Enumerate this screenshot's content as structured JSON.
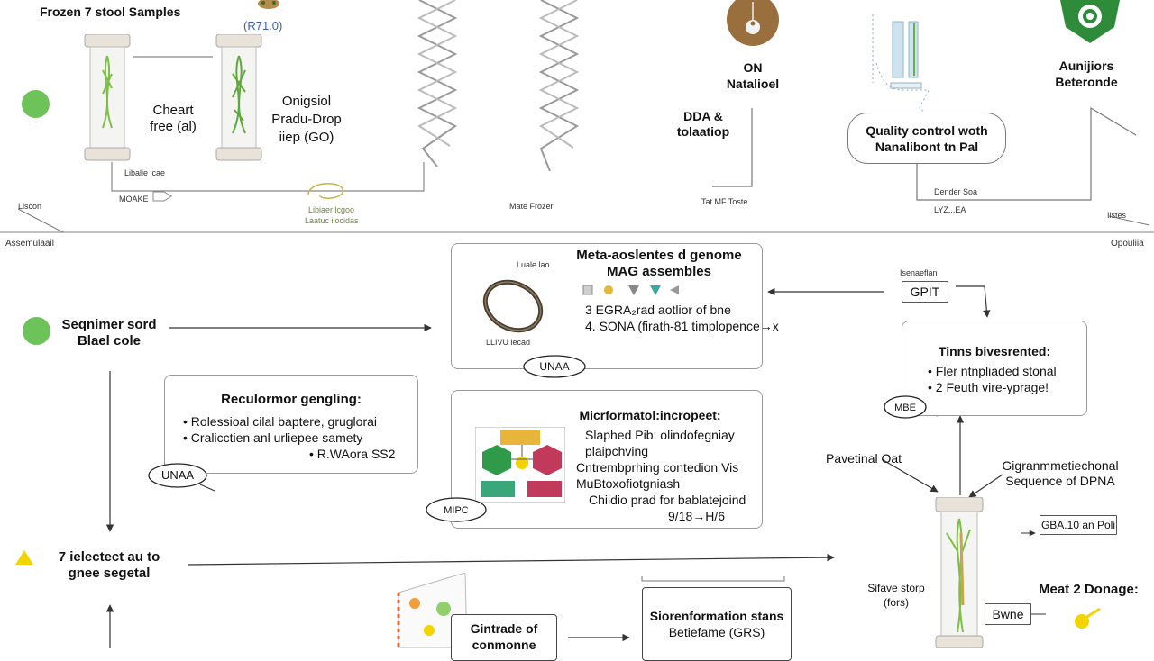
{
  "top": {
    "frozen_title": "Frozen 7 stool Samples",
    "kit_label": "(R71.0)",
    "cheart": [
      "Cheart",
      "free (al)"
    ],
    "onigsiol": [
      "Onigsiol",
      "Pradu-Drop",
      "iiep (GO)"
    ],
    "on_nat": [
      "ON",
      "Natalioel"
    ],
    "dda": [
      "DDA &",
      "tolaatiop"
    ],
    "qc": [
      "Quality control woth",
      "Nanalibont tn Pal"
    ],
    "aunijors": [
      "Aunijiors",
      "Beteronde"
    ],
    "small_labels": {
      "liscon": "Liscon",
      "moake_top": "Libalie lcae",
      "moake": "MOAKE",
      "mid_small": "Libiaer lcgoo",
      "mid_small2": "Laatuc ilocidas",
      "mate_frozer": "Mate Frozer",
      "tamf_toste": "Tat.MF Toste",
      "dendor_soa": "Dender Soa",
      "lyzea": "LYZ...EA",
      "right_corner": "Ilstes"
    }
  },
  "divider": {
    "left": "Assemulaail",
    "right": "Opouliia"
  },
  "meta_box": {
    "title": [
      "Meta-aoslentes d genome",
      "MAG assembles"
    ],
    "small": "Luale lao",
    "line1": "3  EGRA₂rad aotlior of bne",
    "line2": "4. SONA (firath-81 timplopence→x",
    "small2": "LLIVU lecad"
  },
  "seqnimer": [
    "Seqnimer sord",
    "Blael cole"
  ],
  "recuformor": {
    "title": "Reculormor gengling:",
    "lines": [
      "• Rolessioal cilal baptere, gruglorai",
      "• Cralicctien anl urliepee samety",
      "• R.WAora SS2"
    ]
  },
  "unaa_1": "UNAA",
  "unaa_2": "UNAA",
  "mipc_label": "MIPC",
  "microformat": {
    "title": "Micrformatol:incropeet:",
    "lines": [
      "Slaphed Pib: olindofegniay",
      "plaipchving",
      "Cntrembprhing contedion Vis",
      "MuBtoxofiotgniash",
      "Chiidio prad for bablatejoind",
      "9/18→H/6"
    ]
  },
  "gpit": {
    "small": "Isenaeflan",
    "label": "GPIT"
  },
  "tinns": {
    "title": "Tinns bivesrented:",
    "lines": [
      "• Fler ntnpliaded stonal",
      "• 2 Feuth vire-yprage!"
    ]
  },
  "mbe_label": "MBE",
  "pavetinal": "Pavetinal Oat",
  "gigranm": [
    "Gigranmmetiechonal",
    "Sequence of DPNA"
  ],
  "gba": "GBA.10 an Poli",
  "seventh": [
    "7 ielectect au to",
    "gnee segetal"
  ],
  "sifave": [
    "Sifave storp",
    "(fors)"
  ],
  "bwne": "Bwne",
  "meat": "Meat 2 Donage:",
  "gintrade": [
    "Gintrade of",
    "conmonne"
  ],
  "siorenform": [
    "Siorenformation stans",
    "Betiefame (GRS)"
  ],
  "colors": {
    "green_dot": "#6ec25a",
    "yellow": "#f2d400",
    "brown": "#9a6f3e",
    "green_logo": "#2e8b3a",
    "line": "#777777"
  }
}
